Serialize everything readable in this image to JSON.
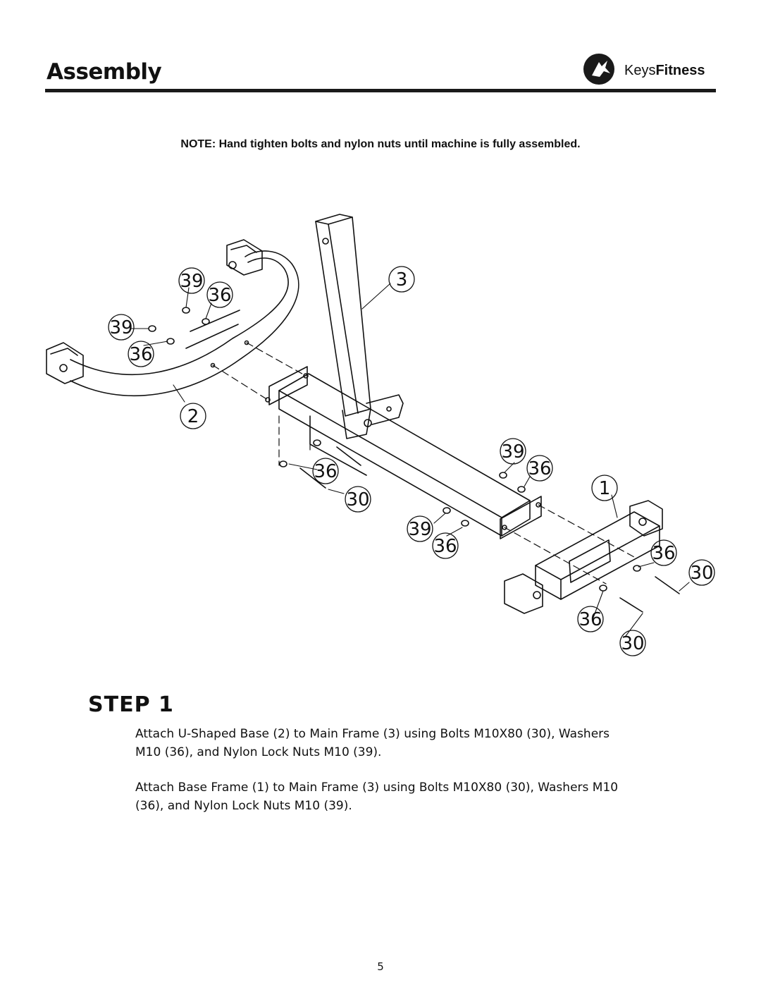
{
  "header": {
    "title": "Assembly",
    "logo_keys": "Keys",
    "logo_fitness": "Fitness"
  },
  "note": "NOTE: Hand tighten bolts and nylon nuts until machine is fully assembled.",
  "diagram": {
    "callouts": {
      "part_3": "3",
      "part_2": "2",
      "part_1": "1",
      "nut_ul_top": "39",
      "washer_ul_top": "36",
      "nut_ul_mid": "39",
      "washer_ul_mid": "36",
      "washer_center": "36",
      "bolt_center": "30",
      "nut_right_top": "39",
      "washer_right_top": "36",
      "nut_right_mid": "39",
      "washer_right_mid": "36",
      "washer_base_right": "36",
      "bolt_base_right": "30",
      "washer_base_bottom": "36",
      "bolt_base_bottom": "30"
    }
  },
  "step": {
    "heading": "STEP 1",
    "instruction_1": "Attach U-Shaped Base (2) to Main Frame (3) using Bolts M10X80 (30), Washers M10 (36), and Nylon Lock Nuts M10 (39).",
    "instruction_2": "Attach Base Frame (1) to Main Frame (3) using Bolts M10X80 (30), Washers M10 (36), and Nylon Lock Nuts M10 (39)."
  },
  "footer": {
    "page_number": "5"
  },
  "colors": {
    "ink": "#111111",
    "paper": "#ffffff"
  }
}
